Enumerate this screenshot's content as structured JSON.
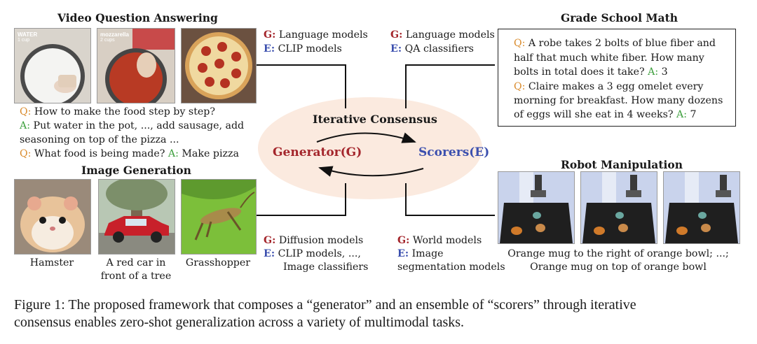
{
  "video_qa": {
    "title": "Video Question Answering",
    "frame1": {
      "overlay_title": "WATER",
      "overlay_sub": "1 cup"
    },
    "frame2": {
      "overlay_title": "mozzarella",
      "overlay_sub": "2 cups"
    },
    "q1": "Q:",
    "q1_text": " How to make the food step by step?",
    "a1": "A:",
    "a1_text": " Put water in the pot, ..., add sausage, add",
    "a1_line2": "seasoning on top of the pizza ...",
    "q2": "Q:",
    "q2_text": " What food is being made?",
    "a2": "A:",
    "a2_text": " Make pizza"
  },
  "video_models": {
    "g_label": "G:",
    "g_text": " Language models",
    "e_label": "E:",
    "e_text": " CLIP models"
  },
  "math_models": {
    "g_label": "G:",
    "g_text": " Language models",
    "e_label": "E:",
    "e_text": " QA classifiers"
  },
  "math": {
    "title": "Grade School Math",
    "q1_label": "Q:",
    "q1_l1": " A robe takes 2 bolts of blue fiber and",
    "q1_l2": "half that much white fiber. How many",
    "q1_l3": "bolts in total does it take?",
    "a1_label": "A:",
    "a1_text": " 3",
    "q2_label": "Q:",
    "q2_l1": " Claire makes a 3 egg omelet every",
    "q2_l2": "morning for breakfast. How many dozens",
    "q2_l3": "of eggs will she eat in 4 weeks?",
    "a2_label": "A:",
    "a2_text": " 7"
  },
  "consensus": {
    "title": "Iterative Consensus",
    "generator": "Generator(G)",
    "scorers": "Scorers(E)"
  },
  "image_gen": {
    "title": "Image Generation",
    "captions": [
      "Hamster",
      "A red car in",
      "front of a tree",
      "Grasshopper"
    ]
  },
  "image_models": {
    "g_label": "G:",
    "g_text": " Diffusion models",
    "e_label": "E:",
    "e_text": " CLIP models, ...,",
    "e_text2": "Image classifiers"
  },
  "robot_models": {
    "g_label": "G:",
    "g_text": " World models",
    "e_label": "E:",
    "e_text": " Image",
    "e_text2": "segmentation models"
  },
  "robot": {
    "title": "Robot Manipulation",
    "caption_l1": "Orange mug to the right of orange bowl; ...;",
    "caption_l2": "Orange mug on top of orange bowl"
  },
  "figure": {
    "label": "Figure 1:",
    "text": " The proposed framework that composes a “generator” and an ensemble of “scorers” through iterative",
    "text2": "consensus enables zero-shot generalization across a variety of multimodal tasks."
  },
  "colors": {
    "question": "#d98a2b",
    "answer": "#3fa03f",
    "generator": "#a4262c",
    "scorer": "#3b4fae",
    "ellipse": "#fbeadf"
  }
}
